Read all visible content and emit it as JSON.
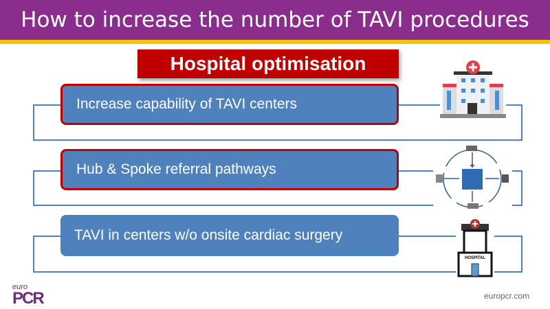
{
  "title": "How to increase the number of TAVI procedures",
  "items": [
    {
      "label": "Increase capability of TAVI centers"
    },
    {
      "label": "Hub & Spoke referral pathways"
    },
    {
      "label": "TAVI in centers w/o onsite cardiac surgery"
    }
  ],
  "banner": "Hospital optimisation",
  "hospital_sign": "HOSPITAL",
  "footer": {
    "logo_small": "euro",
    "logo_main": "PCR",
    "url": "europcr.com"
  },
  "colors": {
    "title_bg": "#8a2d8c",
    "stripe": "#f5c400",
    "box": "#4f81bd",
    "banner": "#c00000"
  }
}
